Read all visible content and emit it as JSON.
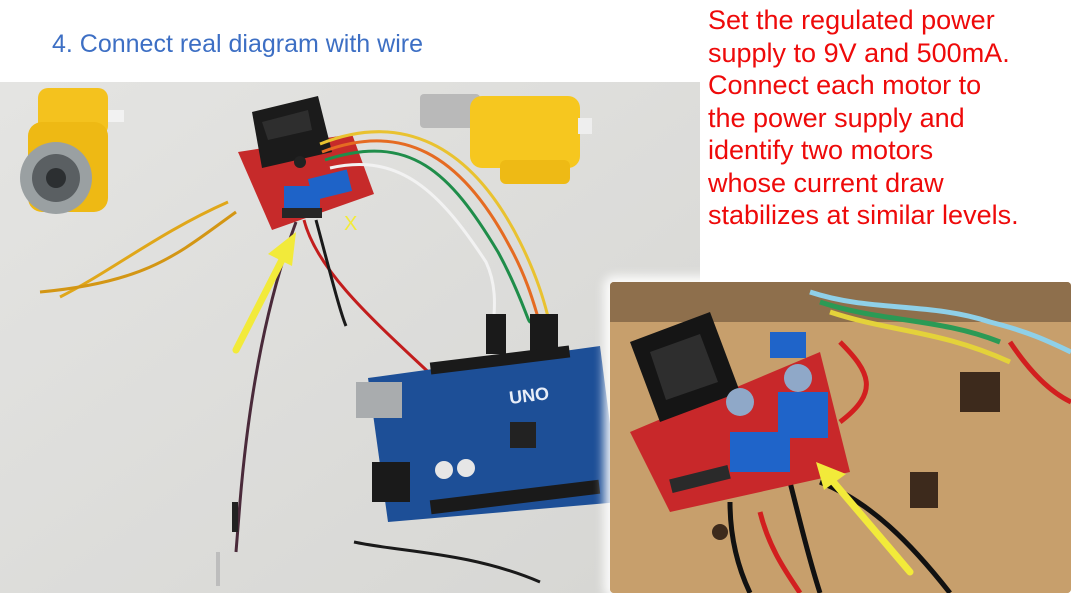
{
  "header": {
    "step_title": "4. Connect real diagram with wire"
  },
  "instructions": {
    "lines": [
      "Set the regulated power",
      "supply to 9V and 500mA.",
      "Connect each motor to",
      "the power supply and",
      "identify two motors",
      "whose current draw",
      "stabilizes at similar levels."
    ]
  },
  "photo_main": {
    "board_label": "UNO",
    "marker_label": "X"
  },
  "colors": {
    "title": "#3d6fc4",
    "instructions": "#ee0a0a",
    "arrow": "#f2ea3a",
    "arduino_board": "#1d4f97",
    "driver_board": "#c62a2a",
    "motor": "#f4c21e"
  }
}
